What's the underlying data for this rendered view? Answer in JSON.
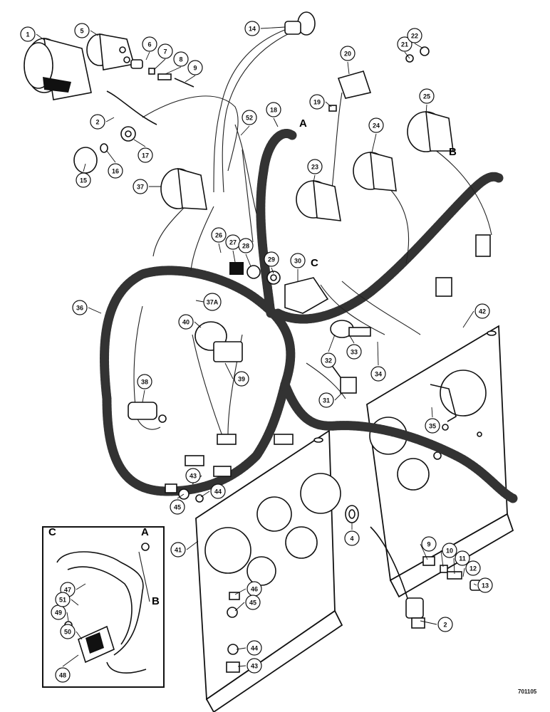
{
  "drawing": {
    "callouts": [
      "1",
      "2",
      "4",
      "5",
      "6",
      "7",
      "8",
      "9",
      "10",
      "11",
      "12",
      "13",
      "14",
      "15",
      "16",
      "17",
      "18",
      "19",
      "20",
      "21",
      "22",
      "23",
      "24",
      "25",
      "26",
      "27",
      "28",
      "29",
      "30",
      "31",
      "32",
      "33",
      "34",
      "35",
      "36",
      "37",
      "37A",
      "38",
      "39",
      "40",
      "41",
      "42",
      "43",
      "44",
      "45",
      "46",
      "47",
      "48",
      "49",
      "50",
      "51",
      "52"
    ],
    "letters": [
      "A",
      "B",
      "C"
    ],
    "drawing_code": "701105"
  }
}
